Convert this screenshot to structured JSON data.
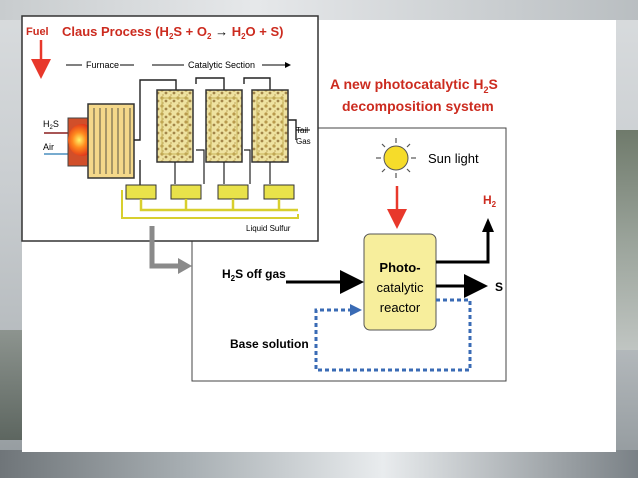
{
  "claus": {
    "fuel_label": "Fuel",
    "title": "Claus Process (H",
    "title_s1": "2",
    "title_mid": "S + O",
    "title_s2": "2",
    "title_arrow": " → ",
    "title_h2o": "H",
    "title_h2o_sub": "2",
    "title_h2o_rest": "O + S",
    "title_close": ")",
    "furnace_label": "Furnace",
    "catalytic_label": "Catalytic Section",
    "h2s_label": "H",
    "h2s_sub": "2",
    "h2s_rest": "S",
    "air_label": "Air",
    "tail_gas_label_1": "Tail",
    "tail_gas_label_2": "Gas",
    "liquid_sulfur_label": "Liquid Sulfur"
  },
  "photo": {
    "title_line1": "A new photocatalytic H",
    "title_line1_sub": "2",
    "title_line1_rest": "S",
    "title_line2": "decomposition system",
    "sun_label": "Sun light",
    "h2_label": "H",
    "h2_sub": "2",
    "s_label": "S",
    "h2s_off_gas": "H",
    "h2s_off_gas_sub": "2",
    "h2s_off_gas_rest": "S off gas",
    "reactor_line1": "Photo-",
    "reactor_line2": "catalytic",
    "reactor_line3": "reactor",
    "base_solution": "Base solution"
  },
  "colors": {
    "accent_red": "#e8382b",
    "title_red": "#cc2b1f",
    "reactor_fill": "#f7ee9c",
    "bed_fill": "#f0e6a6",
    "dashed_blue": "#3a6bb5",
    "pipe_yellow": "#e9e24a"
  }
}
